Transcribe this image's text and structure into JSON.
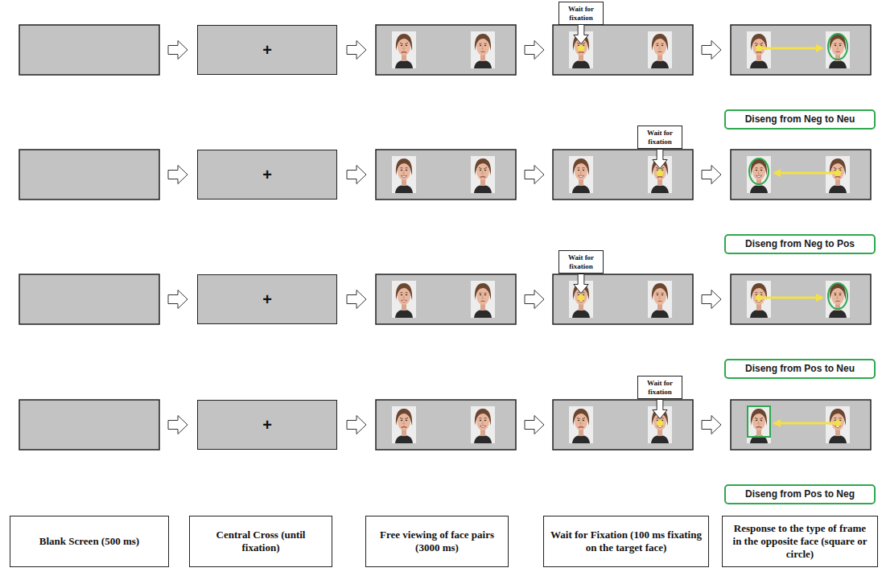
{
  "diagram": {
    "nodes": [
      {
        "text": [
          "+"
        ]
      },
      {
        "text": [
          "Wait for fixation"
        ]
      },
      {
        "text": [
          "Diseng from Neg to Neu"
        ]
      },
      {
        "text": [
          "+"
        ]
      },
      {
        "text": [
          "Wait for fixation"
        ]
      },
      {
        "text": [
          "Diseng from Neg to Pos"
        ]
      },
      {
        "text": [
          "+"
        ]
      },
      {
        "text": [
          "Wait for fixation"
        ]
      },
      {
        "text": [
          "Diseng from Pos to Neu"
        ]
      },
      {
        "text": [
          "+"
        ]
      },
      {
        "text": [
          "Wait for fixation"
        ]
      },
      {
        "text": [
          "Diseng from Pos to Neg"
        ]
      },
      {
        "text": [
          "Blank Screen (500 ms)"
        ]
      },
      {
        "text": [
          "Central Cross (until fixation)"
        ]
      },
      {
        "text": [
          "Free viewing of face pairs (3000 ms)"
        ]
      },
      {
        "text": [
          "Wait for Fixation (100 ms fixating on the target face)"
        ]
      },
      {
        "text": [
          "Response to the type of frame in the opposite face (square or circle)"
        ]
      }
    ]
  }
}
